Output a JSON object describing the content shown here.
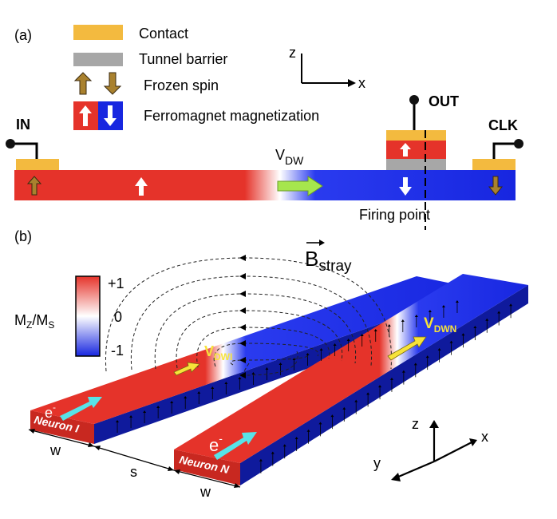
{
  "panel_a": {
    "label": "(a)",
    "legend": {
      "contact": "Contact",
      "tunnel_barrier": "Tunnel barrier",
      "frozen_spin": "Frozen spin",
      "ferromagnet": "Ferromagnet magnetization"
    },
    "axes": {
      "z": "z",
      "x": "x"
    },
    "terminals": {
      "in": "IN",
      "out": "OUT",
      "clk": "CLK"
    },
    "velocity": {
      "base": "V",
      "sub": "DW"
    },
    "firing_point": "Firing point"
  },
  "panel_b": {
    "label": "(b)",
    "stray_field": {
      "base": "B",
      "sub": "stray"
    },
    "colorbar": {
      "label_base": "M",
      "label_sub1": "Z",
      "label_sep": "/M",
      "label_sub2": "S",
      "ticks": [
        "+1",
        "0",
        "-1"
      ]
    },
    "neuron_i": {
      "name": "Neuron I",
      "velocity_base": "V",
      "velocity_sub": "DWI"
    },
    "neuron_n": {
      "name": "Neuron N",
      "velocity_base": "V",
      "velocity_sub": "DWN"
    },
    "electron": {
      "base": "e",
      "sup": "-"
    },
    "dimensions": {
      "width": "w",
      "spacing": "s"
    },
    "axes": {
      "z": "z",
      "x": "x",
      "y": "y"
    }
  },
  "colors": {
    "red": "#e5332a",
    "blue": "#1726e0",
    "contact": "#f3ba3f",
    "barrier": "#a7a7a7",
    "frozen": "#a9812e",
    "velocity_arrow_a": "#a6e64d",
    "velocity_arrow_b": "#f7e33a",
    "electron_arrow": "#58e3e8"
  }
}
